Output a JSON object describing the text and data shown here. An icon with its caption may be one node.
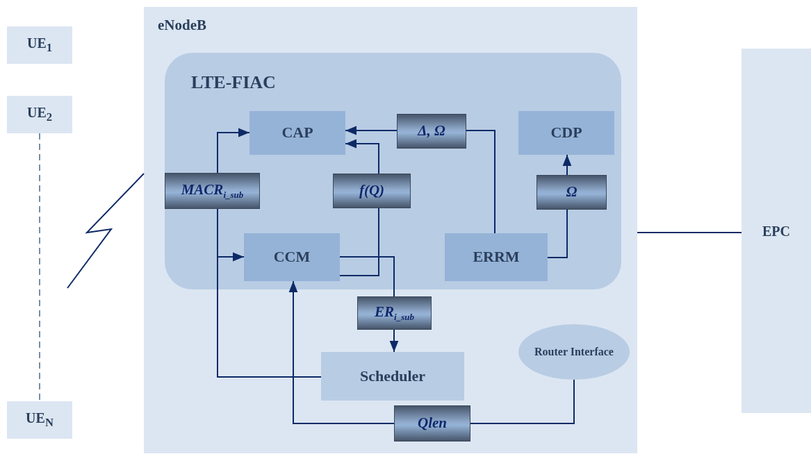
{
  "diagram": {
    "nodes": [
      {
        "text": [
          "UE$_{1}$"
        ]
      },
      {
        "text": [
          "UE$_{2}$"
        ]
      },
      {
        "text": [
          "UE$_{N}$"
        ]
      },
      {
        "text": [
          "eNodeB"
        ]
      },
      {
        "text": [
          "LTE-FIAC"
        ],
        "in": 3
      },
      {
        "text": [
          "CAP"
        ],
        "in": 4
      },
      {
        "text": [
          "Δ, Ω"
        ],
        "in": 4
      },
      {
        "text": [
          "CDP"
        ],
        "in": 4
      },
      {
        "text": [
          "MACR$_{i_sub}$"
        ],
        "in": 4
      },
      {
        "text": [
          "f(Q)"
        ],
        "in": 4
      },
      {
        "text": [
          "Ω"
        ],
        "in": 4
      },
      {
        "text": [
          "CCM"
        ],
        "in": 4
      },
      {
        "text": [
          "ERRM"
        ],
        "in": 4
      },
      {
        "text": [
          "ER$_{i_sub}$"
        ],
        "in": 3
      },
      {
        "text": [
          "Scheduler"
        ],
        "in": 3
      },
      {
        "text": [
          "Router Interface"
        ],
        "in": 3
      },
      {
        "text": [
          "Qlen"
        ],
        "in": 3
      },
      {
        "text": [
          "EPC"
        ]
      }
    ],
    "edges": [
      {
        "from": 1,
        "to": 2,
        "arrow": "none",
        "style": "dashed"
      },
      {
        "from": 3,
        "to": null,
        "arrow": "none"
      },
      {
        "from": 3,
        "to": 17,
        "arrow": "none"
      },
      {
        "from": 14,
        "to": 8,
        "arrow": "none"
      },
      {
        "from": 8,
        "to": 5,
        "arrow": "to"
      },
      {
        "from": 8,
        "to": 11,
        "arrow": "to"
      },
      {
        "from": 11,
        "to": 9,
        "arrow": "none"
      },
      {
        "from": 9,
        "to": 5,
        "arrow": "to"
      },
      {
        "from": 11,
        "to": 13,
        "arrow": "none"
      },
      {
        "from": 13,
        "to": 14,
        "arrow": "to"
      },
      {
        "from": 12,
        "to": 6,
        "arrow": "none"
      },
      {
        "from": 6,
        "to": 5,
        "arrow": "to"
      },
      {
        "from": 12,
        "to": 10,
        "arrow": "none"
      },
      {
        "from": 10,
        "to": 7,
        "arrow": "to"
      },
      {
        "from": 15,
        "to": 16,
        "arrow": "none"
      },
      {
        "from": 16,
        "to": 11,
        "arrow": "to"
      }
    ]
  }
}
